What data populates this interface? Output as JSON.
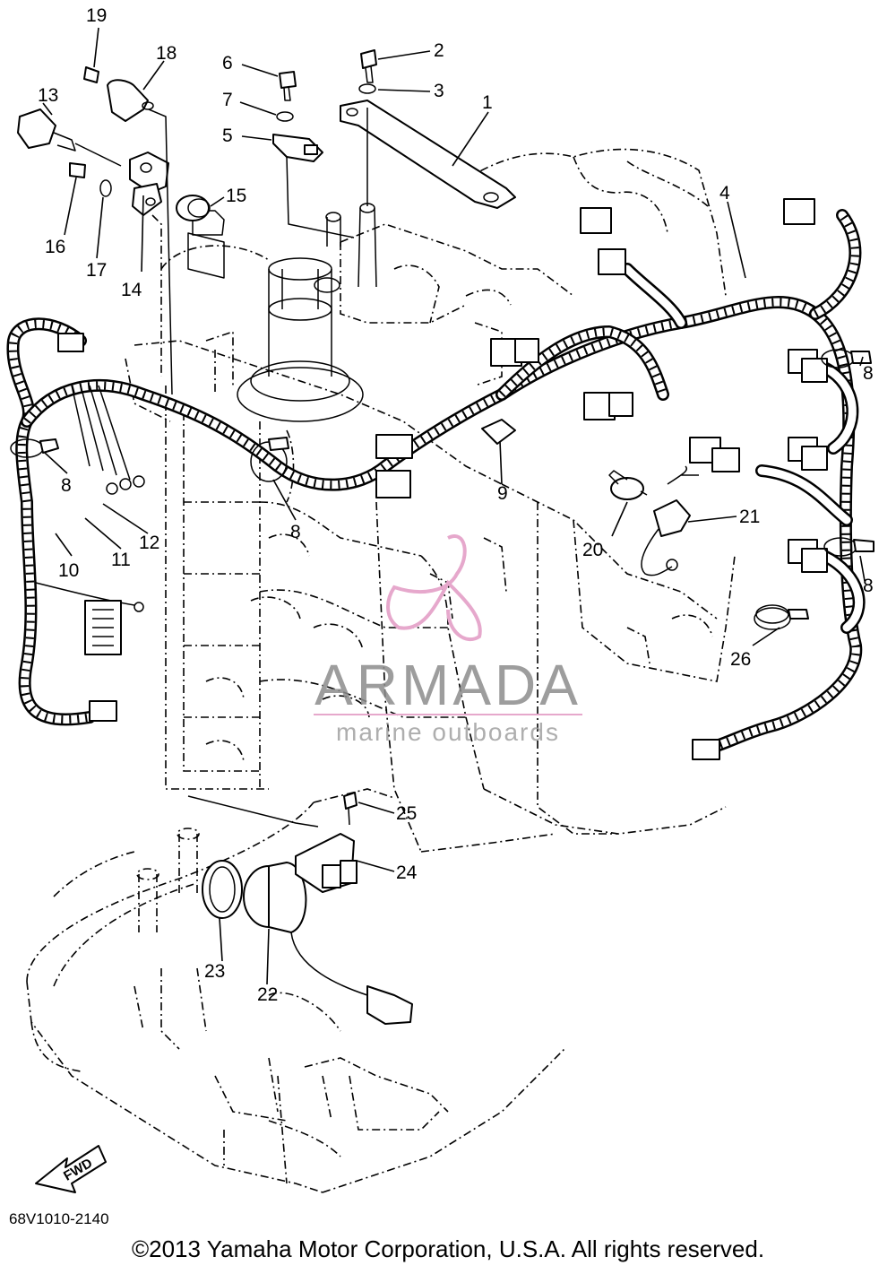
{
  "labels": [
    {
      "id": "1",
      "text": "1"
    },
    {
      "id": "2",
      "text": "2"
    },
    {
      "id": "3",
      "text": "3"
    },
    {
      "id": "4",
      "text": "4"
    },
    {
      "id": "5",
      "text": "5"
    },
    {
      "id": "6",
      "text": "6"
    },
    {
      "id": "7",
      "text": "7"
    },
    {
      "id": "8",
      "text": "8"
    },
    {
      "id": "9",
      "text": "9"
    },
    {
      "id": "10",
      "text": "10"
    },
    {
      "id": "11",
      "text": "11"
    },
    {
      "id": "12",
      "text": "12"
    },
    {
      "id": "13",
      "text": "13"
    },
    {
      "id": "14",
      "text": "14"
    },
    {
      "id": "15",
      "text": "15"
    },
    {
      "id": "16",
      "text": "16"
    },
    {
      "id": "17",
      "text": "17"
    },
    {
      "id": "18",
      "text": "18"
    },
    {
      "id": "19",
      "text": "19"
    },
    {
      "id": "20",
      "text": "20"
    },
    {
      "id": "21",
      "text": "21"
    },
    {
      "id": "22",
      "text": "22"
    },
    {
      "id": "23",
      "text": "23"
    },
    {
      "id": "24",
      "text": "24"
    },
    {
      "id": "25",
      "text": "25"
    },
    {
      "id": "26",
      "text": "26"
    }
  ],
  "fwd_marker": "FWD",
  "watermark": {
    "brand": "ARMADA",
    "tagline": "marine outboards",
    "brand_color": "#8c8c8c",
    "logo_color": "#e6a8cc"
  },
  "diagram_code": "68V1010-2140",
  "copyright": "©2013 Yamaha Motor Corporation, U.S.A. All rights reserved.",
  "line_color": "#000000",
  "background_color": "#ffffff"
}
